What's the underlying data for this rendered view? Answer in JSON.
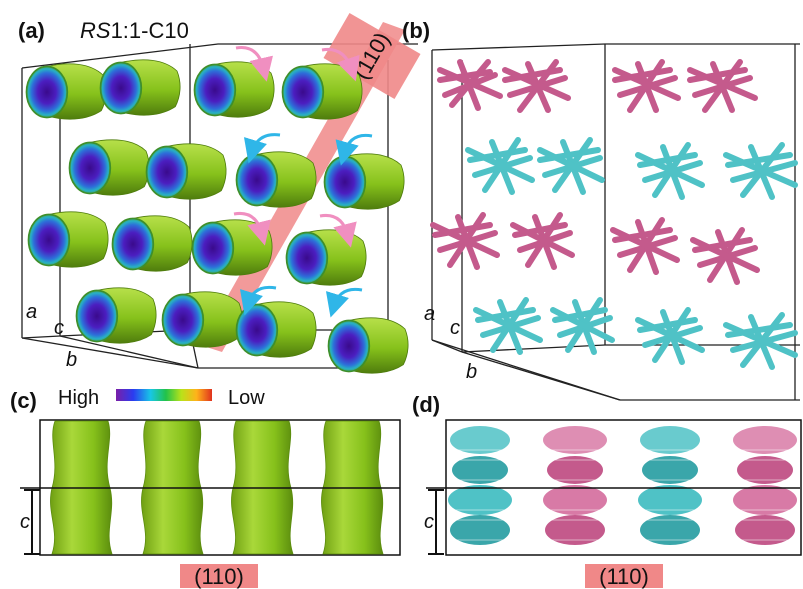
{
  "panels": {
    "a": {
      "label": "(a)",
      "title_italic": "RS",
      "title_rest": "1:1-C10",
      "plane": "(110)",
      "axes": {
        "a": "a",
        "b": "b",
        "c": "c"
      }
    },
    "b": {
      "label": "(b)",
      "axes": {
        "a": "a",
        "b": "b",
        "c": "c"
      }
    },
    "c": {
      "label": "(c)",
      "colorbar": {
        "high": "High",
        "low": "Low"
      },
      "axis_c": "c",
      "plane": "(110)"
    },
    "d": {
      "label": "(d)",
      "axis_c": "c",
      "plane": "(110)"
    }
  },
  "colors": {
    "green": "#86c11b",
    "green_dark": "#5f8f10",
    "pink": "#c45a8c",
    "pink_light": "#e9a3c4",
    "cyan": "#4fc2c6",
    "cyan_light": "#9fe3e5",
    "plane_red": "#f08888",
    "arrow_pink": "#f08fc0",
    "arrow_blue": "#2fb6e8"
  }
}
